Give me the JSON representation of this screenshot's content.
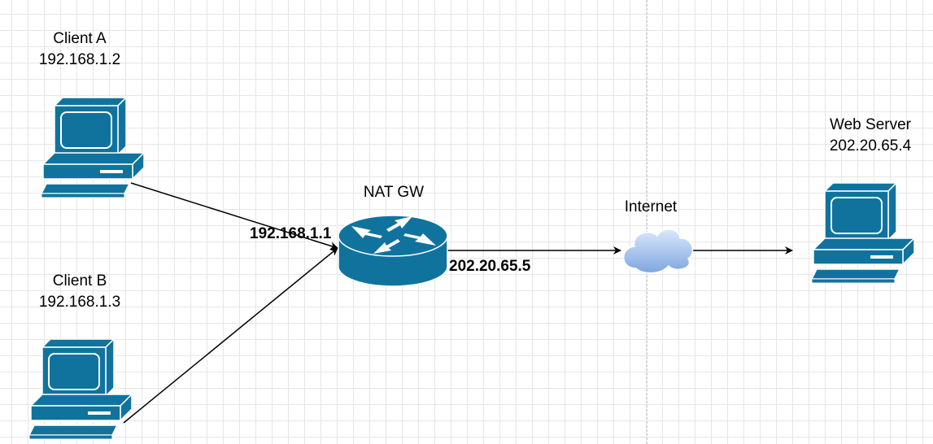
{
  "colors": {
    "device_fill": "#10739e",
    "device_stroke": "#ffffff",
    "edge": "#000000",
    "cloud_light": "#dae8fc",
    "cloud_dark": "#7ea6e0"
  },
  "nodes": {
    "client_a": {
      "name": "Client A",
      "ip": "192.168.1.2",
      "icon": "desktop-pc-icon"
    },
    "client_b": {
      "name": "Client B",
      "ip": "192.168.1.3",
      "icon": "desktop-pc-icon"
    },
    "nat_gw": {
      "name": "NAT GW",
      "lan_ip": "192.168.1.1",
      "wan_ip": "202.20.65.5",
      "icon": "router-icon"
    },
    "internet": {
      "name": "Internet",
      "icon": "cloud-icon"
    },
    "web_server": {
      "name": "Web Server",
      "ip": "202.20.65.4",
      "icon": "desktop-pc-icon"
    }
  }
}
